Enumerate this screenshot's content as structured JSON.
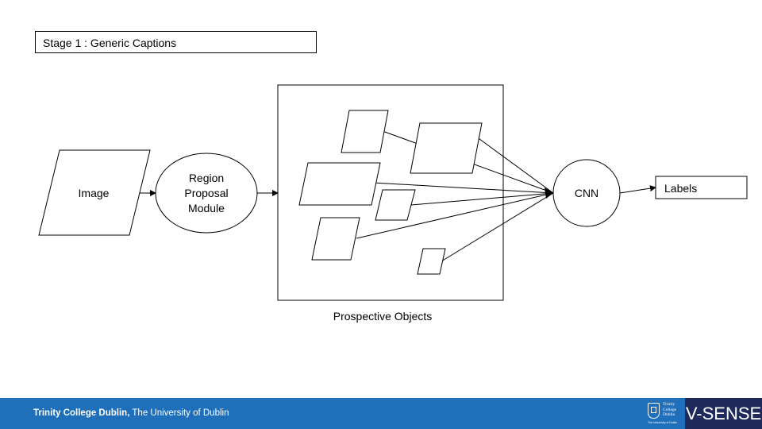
{
  "stage_title": "Stage 1 : Generic Captions",
  "diagram": {
    "image_label": "Image",
    "rpm_label_lines": [
      "Region",
      "Proposal",
      "Module"
    ],
    "objects_caption": "Prospective Objects",
    "cnn_label": "CNN",
    "labels_label": "Labels"
  },
  "footer": {
    "institution_bold": "Trinity College Dublin,",
    "institution_rest": " The University of Dublin",
    "logo_text": "Trinity\nCollege\nDublin",
    "logo_tagline": "The University of Dublin",
    "brand": "V-SENSE",
    "background_color": "#1f6fba",
    "brand_color": "#1e2a5c"
  }
}
